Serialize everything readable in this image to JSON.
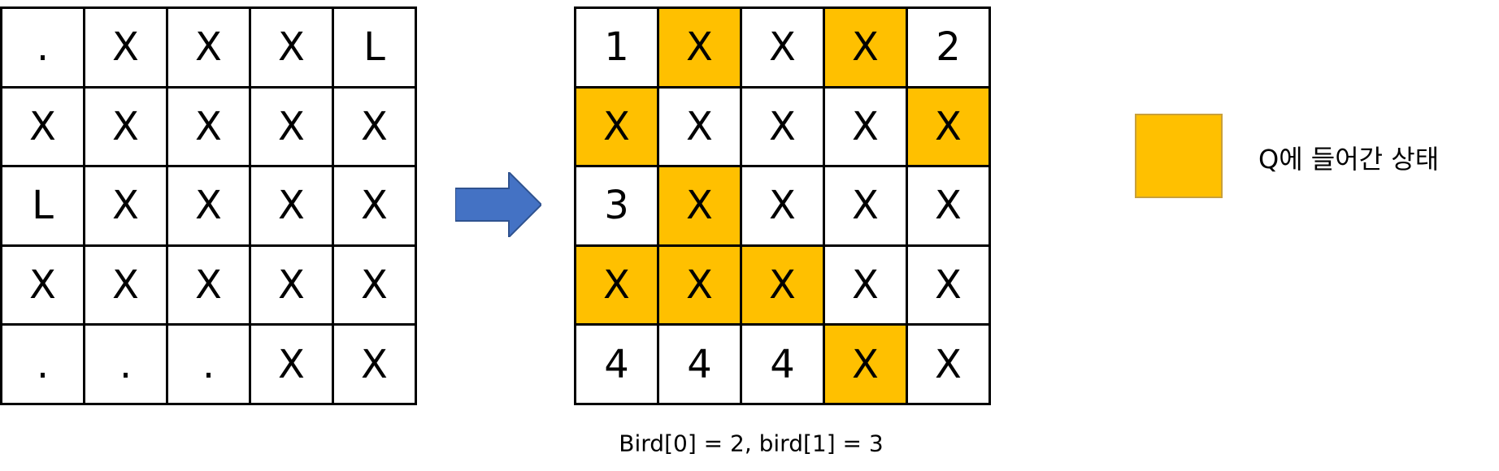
{
  "grid_before": {
    "rows": [
      [
        ".",
        "X",
        "X",
        "X",
        "L"
      ],
      [
        "X",
        "X",
        "X",
        "X",
        "X"
      ],
      [
        "L",
        "X",
        "X",
        "X",
        "X"
      ],
      [
        "X",
        "X",
        "X",
        "X",
        "X"
      ],
      [
        ".",
        ".",
        ".",
        "X",
        "X"
      ]
    ]
  },
  "grid_after": {
    "rows": [
      [
        "1",
        "X",
        "X",
        "X",
        "2"
      ],
      [
        "X",
        "X",
        "X",
        "X",
        "X"
      ],
      [
        "3",
        "X",
        "X",
        "X",
        "X"
      ],
      [
        "X",
        "X",
        "X",
        "X",
        "X"
      ],
      [
        "4",
        "4",
        "4",
        "X",
        "X"
      ]
    ],
    "highlighted": [
      [
        false,
        true,
        false,
        true,
        false
      ],
      [
        true,
        false,
        false,
        false,
        true
      ],
      [
        false,
        true,
        false,
        false,
        false
      ],
      [
        true,
        true,
        true,
        false,
        false
      ],
      [
        false,
        false,
        false,
        true,
        false
      ]
    ]
  },
  "colors": {
    "highlight": "#ffc000",
    "arrow": "#4472c4",
    "arrow_stroke": "#2f528f"
  },
  "arrow_icon": "right-arrow-icon",
  "legend": {
    "label": "Q에 들어간 상태"
  },
  "caption": "Bird[0] = 2, bird[1] = 3"
}
